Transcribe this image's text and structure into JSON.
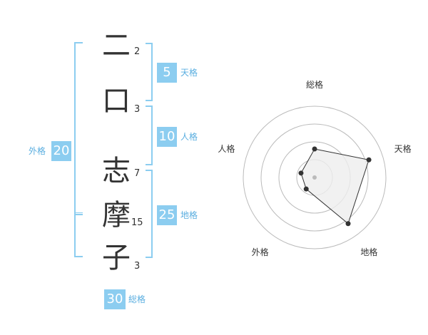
{
  "name_chars": [
    {
      "char": "二",
      "strokes": "2"
    },
    {
      "char": "口",
      "strokes": "3"
    },
    {
      "char": "志",
      "strokes": "7"
    },
    {
      "char": "摩",
      "strokes": "15"
    },
    {
      "char": "子",
      "strokes": "3"
    }
  ],
  "fortunes": {
    "tenkaku": {
      "value": "5",
      "label": "天格"
    },
    "jinkaku": {
      "value": "10",
      "label": "人格"
    },
    "chikaku": {
      "value": "25",
      "label": "地格"
    },
    "gaikaku": {
      "value": "20",
      "label": "外格"
    },
    "soukaku": {
      "value": "30",
      "label": "総格"
    }
  },
  "chart_data": {
    "type": "radar",
    "axes": [
      "総格",
      "天格",
      "地格",
      "外格",
      "人格"
    ],
    "values": [
      2,
      4,
      4,
      1,
      1
    ],
    "max": 5,
    "rings": 4
  }
}
